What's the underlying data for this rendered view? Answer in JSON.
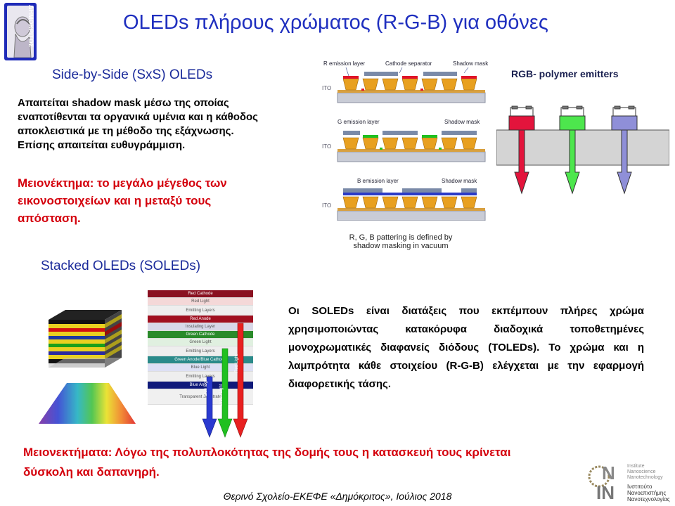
{
  "title": "OLEDs πλήρους χρώματος (R-G-B) για οθόνες",
  "logo_left": {
    "text": "ΔΗΜΟΚΡΙΤΟΣ"
  },
  "sxs": {
    "heading": "Side-by-Side (SxS) OLEDs",
    "paragraph_lines": [
      "Απαιτείται shadow mask μέσω της οποίας",
      "εναποτίθενται τα οργανικά υμένια και η κάθοδος",
      "αποκλειστικά με τη μέθοδο της εξάχνωσης.",
      "Επίσης απαιτείται ευθυγράμμιση."
    ],
    "disadvantage_lines": [
      "Μειονέκτημα: το μεγάλο μέγεθος των",
      "εικονοστοιχείων και η μεταξύ τους",
      "απόσταση."
    ]
  },
  "diagram_sxs": {
    "row1": {
      "label_a": "R emission layer",
      "label_b": "Cathode separator",
      "label_c": "Shadow mask"
    },
    "row2": {
      "label_a": "G emission layer",
      "label_c": "Shadow mask"
    },
    "row3": {
      "label_a": "B emission layer",
      "label_c": "Shadow mask"
    },
    "ito": "ITO",
    "caption_line1": "R, G, B pattering is defined by",
    "caption_line2": "shadow masking in vacuum"
  },
  "rgb": {
    "title": "RGB- polymer emitters",
    "colors": [
      "#e3143c",
      "#4de64d",
      "#8f8fd8"
    ]
  },
  "soled": {
    "heading": "Stacked OLEDs (SOLEDs)",
    "paragraph": "Οι SOLEDs είναι διατάξεις που εκπέμπουν πλήρες χρώμα χρησιμοποιώντας κατακόρυφα διαδοχικά τοποθετημένες μονοχρωματικές διαφανείς διόδους (TOLEDs). Το χρώμα και η λαμπρότητα κάθε στοιχείου (R-G-B) ελέγχεται με την εφαρμογή διαφορετικής τάσης.",
    "layers": [
      {
        "label": "Red Cathode",
        "color": "#8a1020",
        "text_color": "#ffffff"
      },
      {
        "label": "Red Light",
        "color": "#f4d8d8",
        "text_color": "#555555"
      },
      {
        "label": "Emitting Layers",
        "color": "#eeeeee",
        "text_color": "#555555"
      },
      {
        "label": "Red Anode",
        "color": "#a01020",
        "text_color": "#ffffff"
      },
      {
        "label": "Insulating Layer",
        "color": "#d8d8e8",
        "text_color": "#555555"
      },
      {
        "label": "Green Cathode",
        "color": "#2a8a2a",
        "text_color": "#ffffff"
      },
      {
        "label": "Green Light",
        "color": "#e0f0e0",
        "text_color": "#555555"
      },
      {
        "label": "Emitting Layers",
        "color": "#eeeeee",
        "text_color": "#555555"
      },
      {
        "label": "Green Anode/Blue Cathode",
        "color": "#2a8a8a",
        "text_color": "#ffffff"
      },
      {
        "label": "Blue Light",
        "color": "#dde0f4",
        "text_color": "#555555"
      },
      {
        "label": "Emitting Layers",
        "color": "#eeeeee",
        "text_color": "#555555"
      },
      {
        "label": "Blue Anode",
        "color": "#101a7a",
        "text_color": "#ffffff"
      },
      {
        "label": "Transparent Substrate",
        "color": "#f0f0f0",
        "text_color": "#555555"
      }
    ],
    "beam_labels": [
      "Blue Light",
      "Green Light",
      "Red Light"
    ]
  },
  "disadvantages_lines": [
    "Μειονεκτήματα: Λόγω της πολυπλοκότητας της δομής τους η κατασκευή τους κρίνεται",
    "δύσκολη και δαπανηρή."
  ],
  "footer": "Θερινό Σχολείο-ΕΚΕΦΕ «Δημόκριτος», Ιούλιος 2018",
  "nin_logo": {
    "letters": [
      "N",
      "IN"
    ],
    "en_lines": [
      "Institute",
      "Nanoscience",
      "Nanotechnology"
    ],
    "gr_lines": [
      "Ινστιτούτο",
      "Νανοεπιστήμης",
      "Νανοτεχνολογίας"
    ]
  }
}
